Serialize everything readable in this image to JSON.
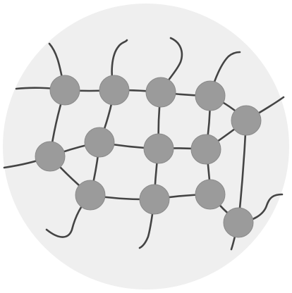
{
  "diagram": {
    "shape": "network-mesh-in-circle",
    "colors": {
      "page": "#ffffff",
      "circle": "#efefef",
      "node": "#9b9b9b",
      "node_stroke": "#8a8a8a",
      "link": "#444444"
    },
    "nodes": [
      {
        "id": "n1"
      },
      {
        "id": "n2"
      },
      {
        "id": "n3"
      },
      {
        "id": "n4"
      },
      {
        "id": "n5"
      },
      {
        "id": "n6"
      },
      {
        "id": "n7"
      },
      {
        "id": "n8"
      },
      {
        "id": "n9"
      },
      {
        "id": "n10"
      },
      {
        "id": "n11"
      },
      {
        "id": "n12"
      },
      {
        "id": "n13"
      }
    ],
    "edges": [
      [
        "n1",
        "n2"
      ],
      [
        "n2",
        "n3"
      ],
      [
        "n3",
        "n4"
      ],
      [
        "n4",
        "n5"
      ],
      [
        "n1",
        "n6"
      ],
      [
        "n2",
        "n7"
      ],
      [
        "n3",
        "n8"
      ],
      [
        "n4",
        "n9"
      ],
      [
        "n6",
        "n7"
      ],
      [
        "n7",
        "n8"
      ],
      [
        "n8",
        "n9"
      ],
      [
        "n9",
        "n5"
      ],
      [
        "n6",
        "n10"
      ],
      [
        "n7",
        "n10"
      ],
      [
        "n8",
        "n11"
      ],
      [
        "n9",
        "n12"
      ],
      [
        "n10",
        "n11"
      ],
      [
        "n11",
        "n12"
      ],
      [
        "n12",
        "n13"
      ],
      [
        "n5",
        "n13"
      ]
    ],
    "dangling_link_count": 11
  }
}
